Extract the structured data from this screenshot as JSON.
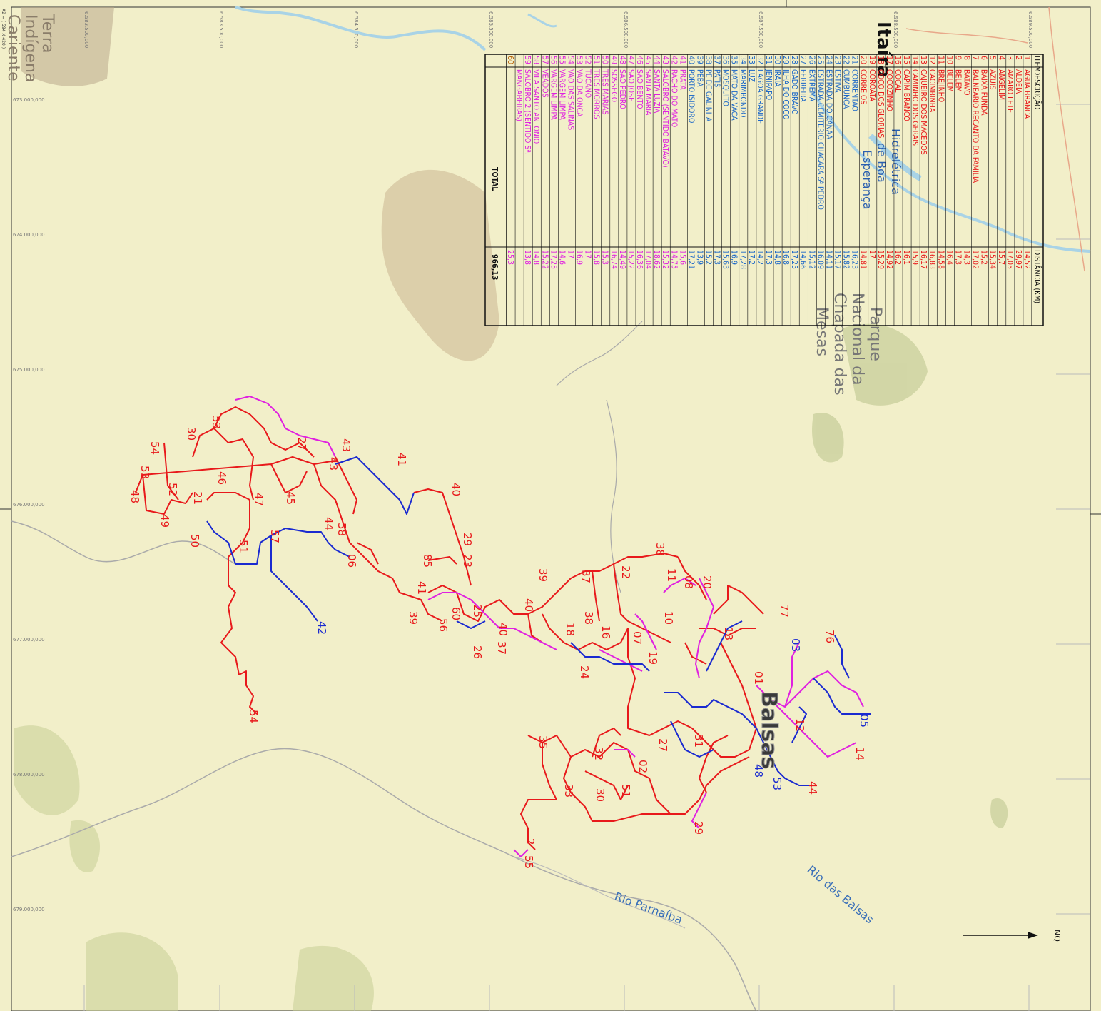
{
  "map": {
    "top_left_label": "A2 = ( 594 X 420 )",
    "indigenous_land": [
      "Terra",
      "Indígena",
      "Cariente"
    ],
    "park": [
      "Parque",
      "Nacional da",
      "Chapada das",
      "Mesas"
    ],
    "city": "Balsas",
    "place_top": "Itaíra",
    "river_parnaiba": "Rio Parnaíba",
    "river_balsas": "Rio das Balsas",
    "north_label": "NQ",
    "lake_label": [
      "Hidrelétrica",
      "de Boa",
      "Esperança"
    ],
    "x_grid_labels": [
      "6.583.500,000",
      "6.584.500,000",
      "6.585.500,000",
      "6.586.500,000",
      "6.587.500,000",
      "6.588.500,000",
      "6.589.500,000"
    ],
    "y_grid_labels": [
      "673.000,000",
      "674.000,000",
      "675.000,000",
      "676.000,000",
      "677.000,000",
      "678.000,000",
      "679.000,000"
    ]
  },
  "table": {
    "headers": {
      "item": "ITEM",
      "desc": "DESCRIÇÃO",
      "dist": "DISTÂNCIA (KM)"
    },
    "total_label": "TOTAL",
    "total_value": "966,13",
    "rows": [
      {
        "n": "1",
        "d": "AGUA BRANCA",
        "k": "14,52",
        "c": "r"
      },
      {
        "n": "2",
        "d": "ALDEIA",
        "k": "29,97",
        "c": "r"
      },
      {
        "n": "3",
        "d": "AMARO LETE",
        "k": "17,05",
        "c": "r"
      },
      {
        "n": "4",
        "d": "ANGELIM",
        "k": "15,7",
        "c": "r"
      },
      {
        "n": "5",
        "d": "AZUIS",
        "k": "15,34",
        "c": "r"
      },
      {
        "n": "6",
        "d": "BAIXA FUNDA",
        "k": "15,2",
        "c": "r"
      },
      {
        "n": "7",
        "d": "BALNEARIO RECANTO DA FAMILIA",
        "k": "17,02",
        "c": "r"
      },
      {
        "n": "8",
        "d": "BATAVO",
        "k": "14,3",
        "c": "r"
      },
      {
        "n": "9",
        "d": "BELEM",
        "k": "17,3",
        "c": "r"
      },
      {
        "n": "10",
        "d": "BELEM",
        "k": "16,4",
        "c": "r"
      },
      {
        "n": "11",
        "d": "BREJINHO",
        "k": "14,58",
        "c": "r"
      },
      {
        "n": "12",
        "d": "CACIMBINHA",
        "k": "16,83",
        "c": "r"
      },
      {
        "n": "13",
        "d": "CAJUEIRO DOS MACEDOS",
        "k": "16,17",
        "c": "r"
      },
      {
        "n": "14",
        "d": "CAMINHO DOS GERAIS",
        "k": "15,9",
        "c": "r"
      },
      {
        "n": "15",
        "d": "CAPIM BRANCO",
        "k": "16,1",
        "c": "r"
      },
      {
        "n": "16",
        "d": "COCAL",
        "k": "16,2",
        "c": "r"
      },
      {
        "n": "17",
        "d": "COCOZINHO",
        "k": "14,92",
        "c": "r"
      },
      {
        "n": "18",
        "d": "COCO DOS GLORIAS",
        "k": "15,29",
        "c": "r"
      },
      {
        "n": "19",
        "d": "COROATA",
        "k": "17",
        "c": "r"
      },
      {
        "n": "20",
        "d": "CORREIOS",
        "k": "14,81",
        "c": "r"
      },
      {
        "n": "21",
        "d": "CORRENTAO",
        "k": "16,23",
        "c": "b"
      },
      {
        "n": "22",
        "d": "CUMBUNCA",
        "k": "15,82",
        "c": "b"
      },
      {
        "n": "23",
        "d": "ESTIVA",
        "k": "15,17",
        "c": "b"
      },
      {
        "n": "24",
        "d": "ESTRADA DO CANAA",
        "k": "14,11",
        "c": "b"
      },
      {
        "n": "25",
        "d": "ESTRADA CEMITERIO CHACARA Sª PEDRO",
        "k": "16,09",
        "c": "b"
      },
      {
        "n": "26",
        "d": "EXTREMA",
        "k": "15,12",
        "c": "b"
      },
      {
        "n": "27",
        "d": "FERREIRA",
        "k": "14,66",
        "c": "b"
      },
      {
        "n": "28",
        "d": "GADO BRAVO",
        "k": "17,25",
        "c": "b"
      },
      {
        "n": "29",
        "d": "ILHA DO COCO",
        "k": "16,8",
        "c": "b"
      },
      {
        "n": "30",
        "d": "IRAIA",
        "k": "14,8",
        "c": "b"
      },
      {
        "n": "31",
        "d": "JENIPAPO",
        "k": "17,3",
        "c": "b"
      },
      {
        "n": "32",
        "d": "LAGOA GRANDE",
        "k": "14,2",
        "c": "b"
      },
      {
        "n": "33",
        "d": "LUZ",
        "k": "17,2",
        "c": "b"
      },
      {
        "n": "34",
        "d": "MARIMBONDO",
        "k": "17,28",
        "c": "b"
      },
      {
        "n": "35",
        "d": "MATO DA VACA",
        "k": "16,9",
        "c": "b"
      },
      {
        "n": "36",
        "d": "MOSQUITO",
        "k": "15,63",
        "c": "b"
      },
      {
        "n": "37",
        "d": "PATIS",
        "k": "17,3",
        "c": "b"
      },
      {
        "n": "38",
        "d": "PE DE GALINHA",
        "k": "15,2",
        "c": "b"
      },
      {
        "n": "39",
        "d": "PEBA",
        "k": "13,9",
        "c": "b"
      },
      {
        "n": "40",
        "d": "PORTO ISIDORO",
        "k": "17,21",
        "c": "b"
      },
      {
        "n": "41",
        "d": "PRATA",
        "k": "15,6",
        "c": "m"
      },
      {
        "n": "42",
        "d": "RACHO DO MATO",
        "k": "14,75",
        "c": "m"
      },
      {
        "n": "43",
        "d": "SALOBRO (SENTIDO BATAVO)",
        "k": "15,32",
        "c": "m"
      },
      {
        "n": "44",
        "d": "SANTA LUZIA",
        "k": "18,62",
        "c": "m"
      },
      {
        "n": "45",
        "d": "SANTA MARIA",
        "k": "17,04",
        "c": "m"
      },
      {
        "n": "46",
        "d": "SAO BENTO",
        "k": "16,36",
        "c": "m"
      },
      {
        "n": "47",
        "d": "SAO JOSE",
        "k": "15,22",
        "c": "m"
      },
      {
        "n": "48",
        "d": "SAO PEDRO",
        "k": "14,49",
        "c": "m"
      },
      {
        "n": "49",
        "d": "SOSSEGO",
        "k": "16,74",
        "c": "m"
      },
      {
        "n": "50",
        "d": "TRES MARIAS",
        "k": "15,3",
        "c": "m"
      },
      {
        "n": "51",
        "d": "TRES MORROS",
        "k": "15,8",
        "c": "m"
      },
      {
        "n": "52",
        "d": "TUCANO",
        "k": "17",
        "c": "m"
      },
      {
        "n": "53",
        "d": "VAO DA ONCA",
        "k": "16,9",
        "c": "m"
      },
      {
        "n": "54",
        "d": "VAO DAS SALINAS",
        "k": "17",
        "c": "m"
      },
      {
        "n": "55",
        "d": "VARGEM LIMPA",
        "k": "14,6",
        "c": "m"
      },
      {
        "n": "56",
        "d": "VARGEM LIMPA",
        "k": "17,25",
        "c": "m"
      },
      {
        "n": "57",
        "d": "VEADOS",
        "k": "15,22",
        "c": "m"
      },
      {
        "n": "58",
        "d": "VILA SANTO ANTONIO",
        "k": "14,8",
        "c": "m"
      },
      {
        "n": "59",
        "d": "SALOBRO 2 (SENTIDO Sª.",
        "k": "13,8",
        "c": "m"
      },
      {
        "n": "",
        "d": "MANGABEIRAS)",
        "k": "",
        "c": "m"
      },
      {
        "n": "60",
        "d": "",
        "k": "25,3",
        "c": "m"
      }
    ],
    "colors": {
      "r": "#e8191b",
      "b": "#1a66c8",
      "m": "#e020e0",
      "k": "#222222"
    }
  },
  "route_labels_red": [
    "53",
    "30",
    "54",
    "53",
    "48",
    "49",
    "52",
    "21",
    "46",
    "47",
    "45",
    "50",
    "51",
    "57",
    "27",
    "43",
    "43",
    "44",
    "58",
    "06",
    "41",
    "40",
    "29",
    "23",
    "85",
    "41",
    "39",
    "56",
    "60",
    "25",
    "26",
    "37",
    "40",
    "39",
    "40",
    "18",
    "37",
    "38",
    "16",
    "24",
    "22",
    "38",
    "11",
    "08",
    "10",
    "20",
    "19",
    "07",
    "77",
    "03",
    "76",
    "01",
    "05",
    "12",
    "13",
    "31",
    "27",
    "35",
    "32",
    "33",
    "30",
    "02",
    "51",
    "48",
    "53",
    "44",
    "14",
    "29",
    "2",
    "55",
    "54",
    "42"
  ],
  "north_arrow": "→"
}
